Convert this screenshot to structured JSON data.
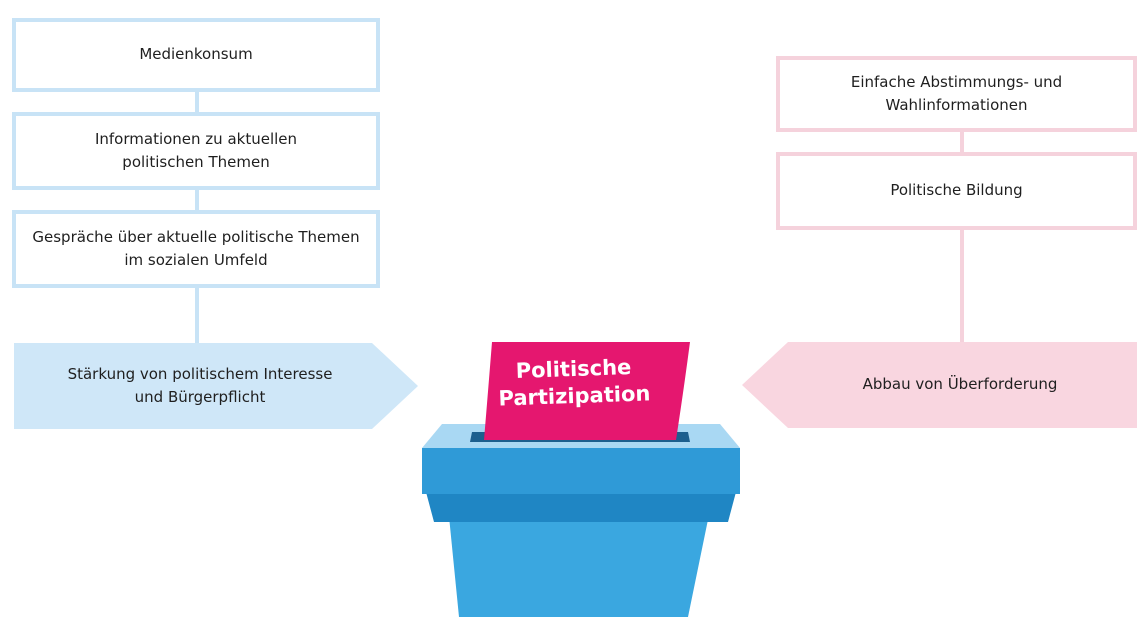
{
  "left": {
    "steps": [
      {
        "text": "Medienkonsum"
      },
      {
        "text": "Informationen zu aktuellen politischen Themen"
      },
      {
        "text": "Gespräche über aktuelle politische Themen im sozialen Umfeld"
      }
    ],
    "outcome": "Stärkung von politischem Interesse und Bürgerpflicht"
  },
  "right": {
    "steps": [
      {
        "text": "Einfache Abstimmungs- und Wahlinformationen"
      },
      {
        "text": "Politische Bildung"
      }
    ],
    "outcome": "Abbau von Überforderung"
  },
  "center": {
    "ballot_label": "Politische Partizipation"
  },
  "colors": {
    "blue_border": "#c8e3f6",
    "blue_arrow": "#cfe7f8",
    "pink_border": "#f5d2dc",
    "pink_arrow": "#f9d6e0",
    "ballot_magenta": "#e5176f",
    "box_blue": "#3aa7e0",
    "box_dark": "#1f86c4",
    "lid_light": "#a9d8f3"
  }
}
